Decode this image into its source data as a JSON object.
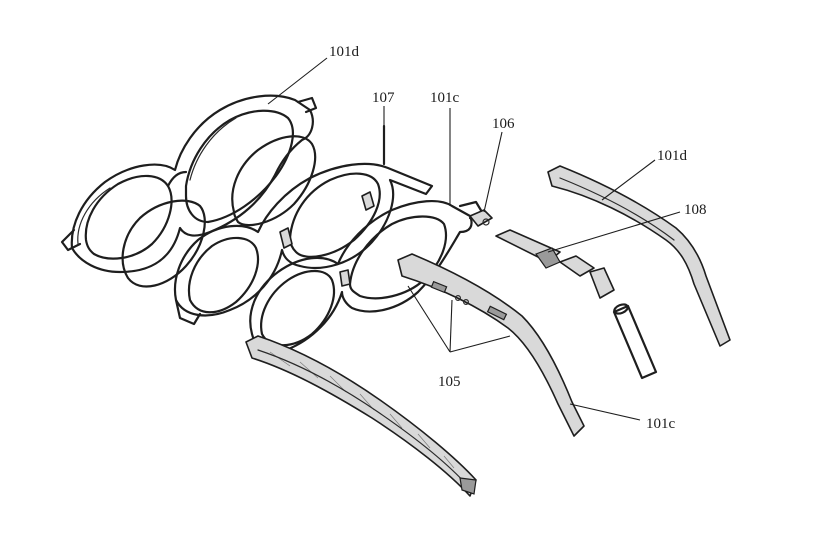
{
  "labels": {
    "front_frame": "101d",
    "rear_temple_left": "101d",
    "middle_frame": "107",
    "hinge_frame": "101c",
    "connector": "106",
    "module": "108",
    "ports": "105",
    "temple_right": "101c"
  }
}
